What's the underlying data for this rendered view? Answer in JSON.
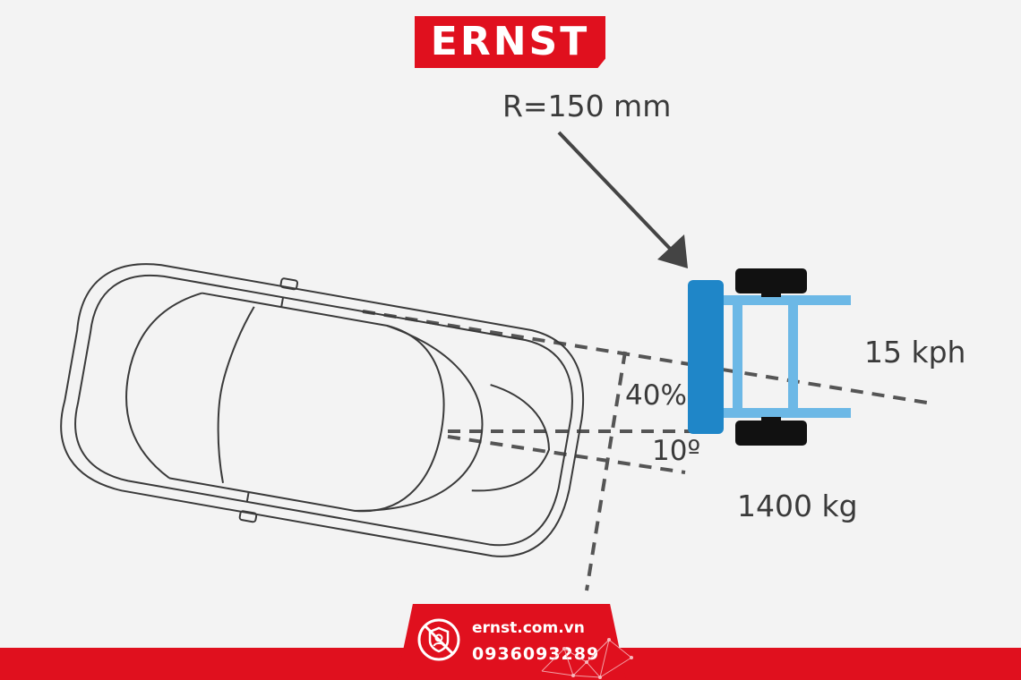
{
  "brand": {
    "name": "ERNST",
    "color": "#e0101e"
  },
  "labels": {
    "radius": "R=150 mm",
    "speed": "15 kph",
    "overlap": "40%",
    "angle": "10º",
    "mass": "1400 kg"
  },
  "contact": {
    "website": "ernst.com.vn",
    "phone": "0936093289",
    "icon": "shield-user-icon"
  },
  "colors": {
    "barrier_face": "#1f86c8",
    "trolley_frame": "#6cb8e6",
    "wheels": "#111111",
    "guide_lines": "#555555",
    "arrow": "#444444"
  }
}
